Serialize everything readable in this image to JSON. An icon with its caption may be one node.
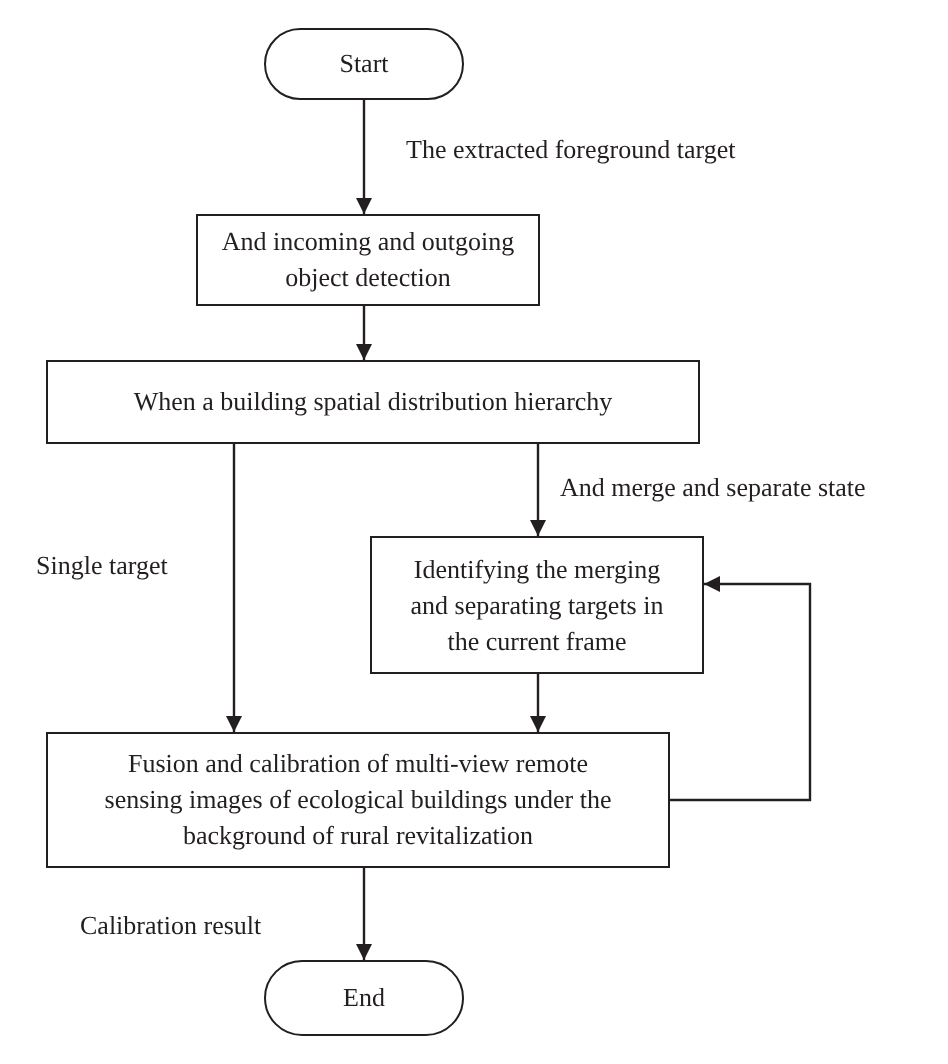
{
  "diagram": {
    "nodes": [
      {
        "text": [
          "Start"
        ]
      },
      {
        "text": [
          "And incoming and outgoing object detection"
        ]
      },
      {
        "text": [
          "When a building spatial distribution hierarchy"
        ]
      },
      {
        "text": [
          "Identifying the merging and separating targets in the current frame"
        ]
      },
      {
        "text": [
          "Fusion and calibration of multi-view remote sensing images of ecological buildings under the background of rural revitalization"
        ]
      },
      {
        "text": [
          "End"
        ]
      }
    ],
    "edges": [
      {
        "from": 0,
        "to": 1,
        "arrow": "to",
        "label": "The extracted foreground target"
      },
      {
        "from": 1,
        "to": 2,
        "arrow": "to"
      },
      {
        "from": 2,
        "to": 3,
        "arrow": "to",
        "label": "And merge and separate state"
      },
      {
        "from": 2,
        "to": 4,
        "arrow": "to",
        "label": "Single target"
      },
      {
        "from": 3,
        "to": 4,
        "arrow": "to"
      },
      {
        "from": 4,
        "to": 3,
        "arrow": "to"
      },
      {
        "from": 4,
        "to": 5,
        "arrow": "to",
        "label": "Calibration result"
      }
    ]
  }
}
